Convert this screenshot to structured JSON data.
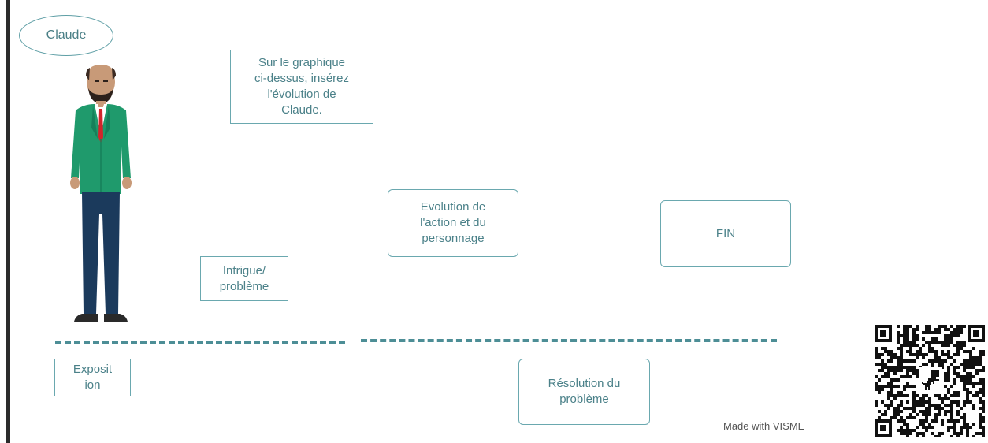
{
  "character": {
    "name": "Claude"
  },
  "instruction": "Sur le graphique\nci-dessus, insérez\nl'évolution de\nClaude.",
  "stages": {
    "exposition": "Exposit\nion",
    "intrigue": "Intrigue/\nproblème",
    "evolution": "Evolution de\nl'action et du\npersonnage",
    "resolution": "Résolution du\nproblème",
    "fin": "FIN"
  },
  "footer": {
    "credit": "Made with VISME"
  },
  "icons": {
    "character": "character-illustration",
    "qr": "qr-code-icon"
  },
  "colors": {
    "accent": "#5f9fa6",
    "dash": "#4d8e96",
    "jacket": "#1f9a6c",
    "trousers": "#1b3a5c"
  }
}
